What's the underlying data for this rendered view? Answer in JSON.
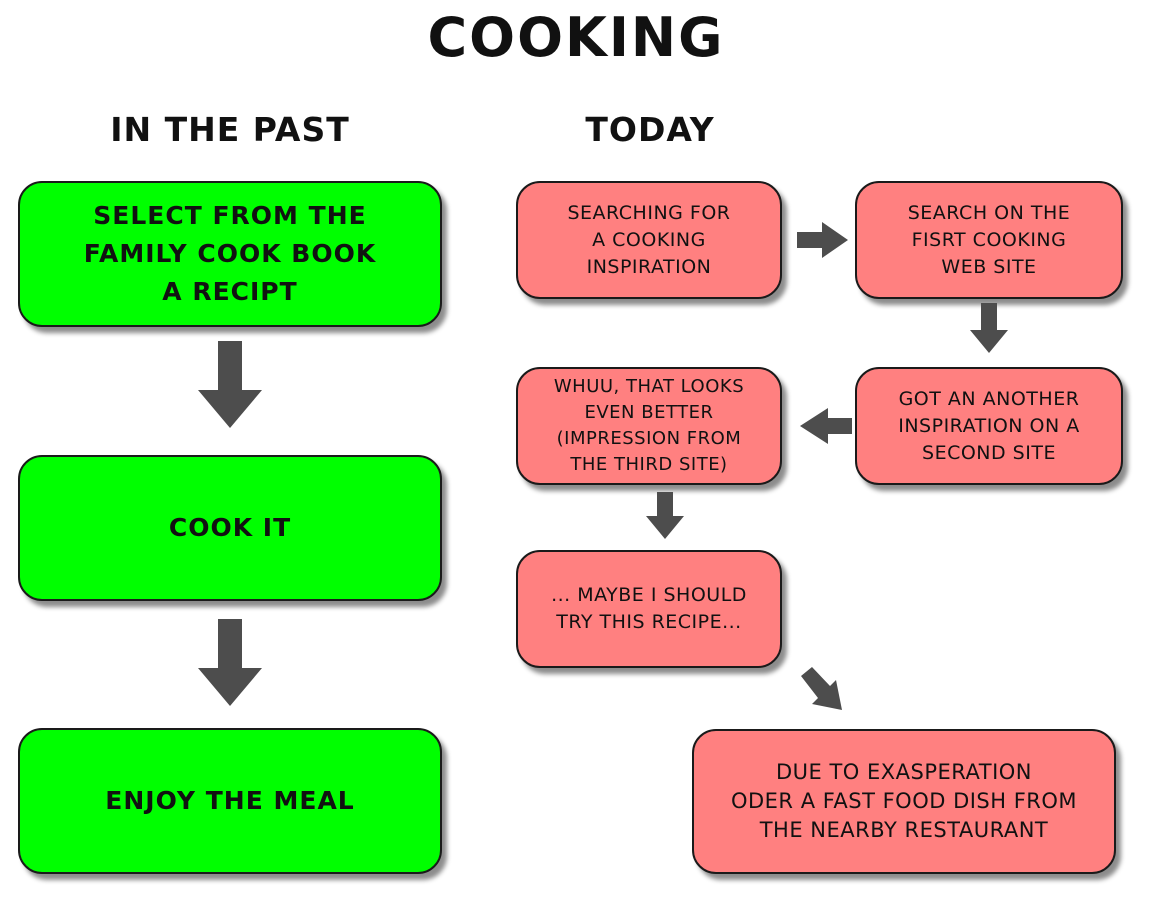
{
  "title": "Cooking",
  "columns": {
    "past": {
      "heading": "In the past",
      "steps": [
        "Select from the\nfamily cook book\na recipt",
        "Cook it",
        "Enjoy the meal"
      ]
    },
    "today": {
      "heading": "Today",
      "steps": [
        "Searching for\na cooking\ninspiration",
        "Search on the\nfisrt cooking\nweb site",
        "Got an another\ninspiration on a\nsecond site",
        "Whuu, that looks\neven better\n(impression from\nthe third site)",
        "... maybe I should\ntry this recipe...",
        "Due to exasperation\noder a fast food dish from\nthe nearby restaurant"
      ]
    }
  },
  "colors": {
    "past_box": "#00ff00",
    "today_box": "#ff8080",
    "arrow": "#4d4d4d",
    "border": "#1a1a1a"
  }
}
